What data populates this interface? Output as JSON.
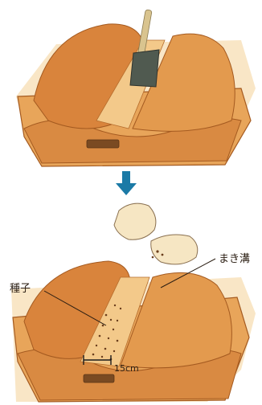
{
  "labels": {
    "furrow": "まき溝",
    "seed": "種子",
    "distance": "15cm"
  },
  "colors": {
    "soil_light": "#f3c98a",
    "soil_mid": "#e8a55a",
    "soil_dark": "#c8722e",
    "soil_edge": "#a45a20",
    "arrow": "#1b7aa6",
    "seed": "#6a3d1c",
    "skin": "#f6e6c3",
    "tool_handle": "#d9c48f",
    "tool_blade": "#505a50"
  },
  "icons": {
    "process_arrow": "arrow-down",
    "tool": "hand-trowel",
    "hands": "sowing-hands"
  }
}
